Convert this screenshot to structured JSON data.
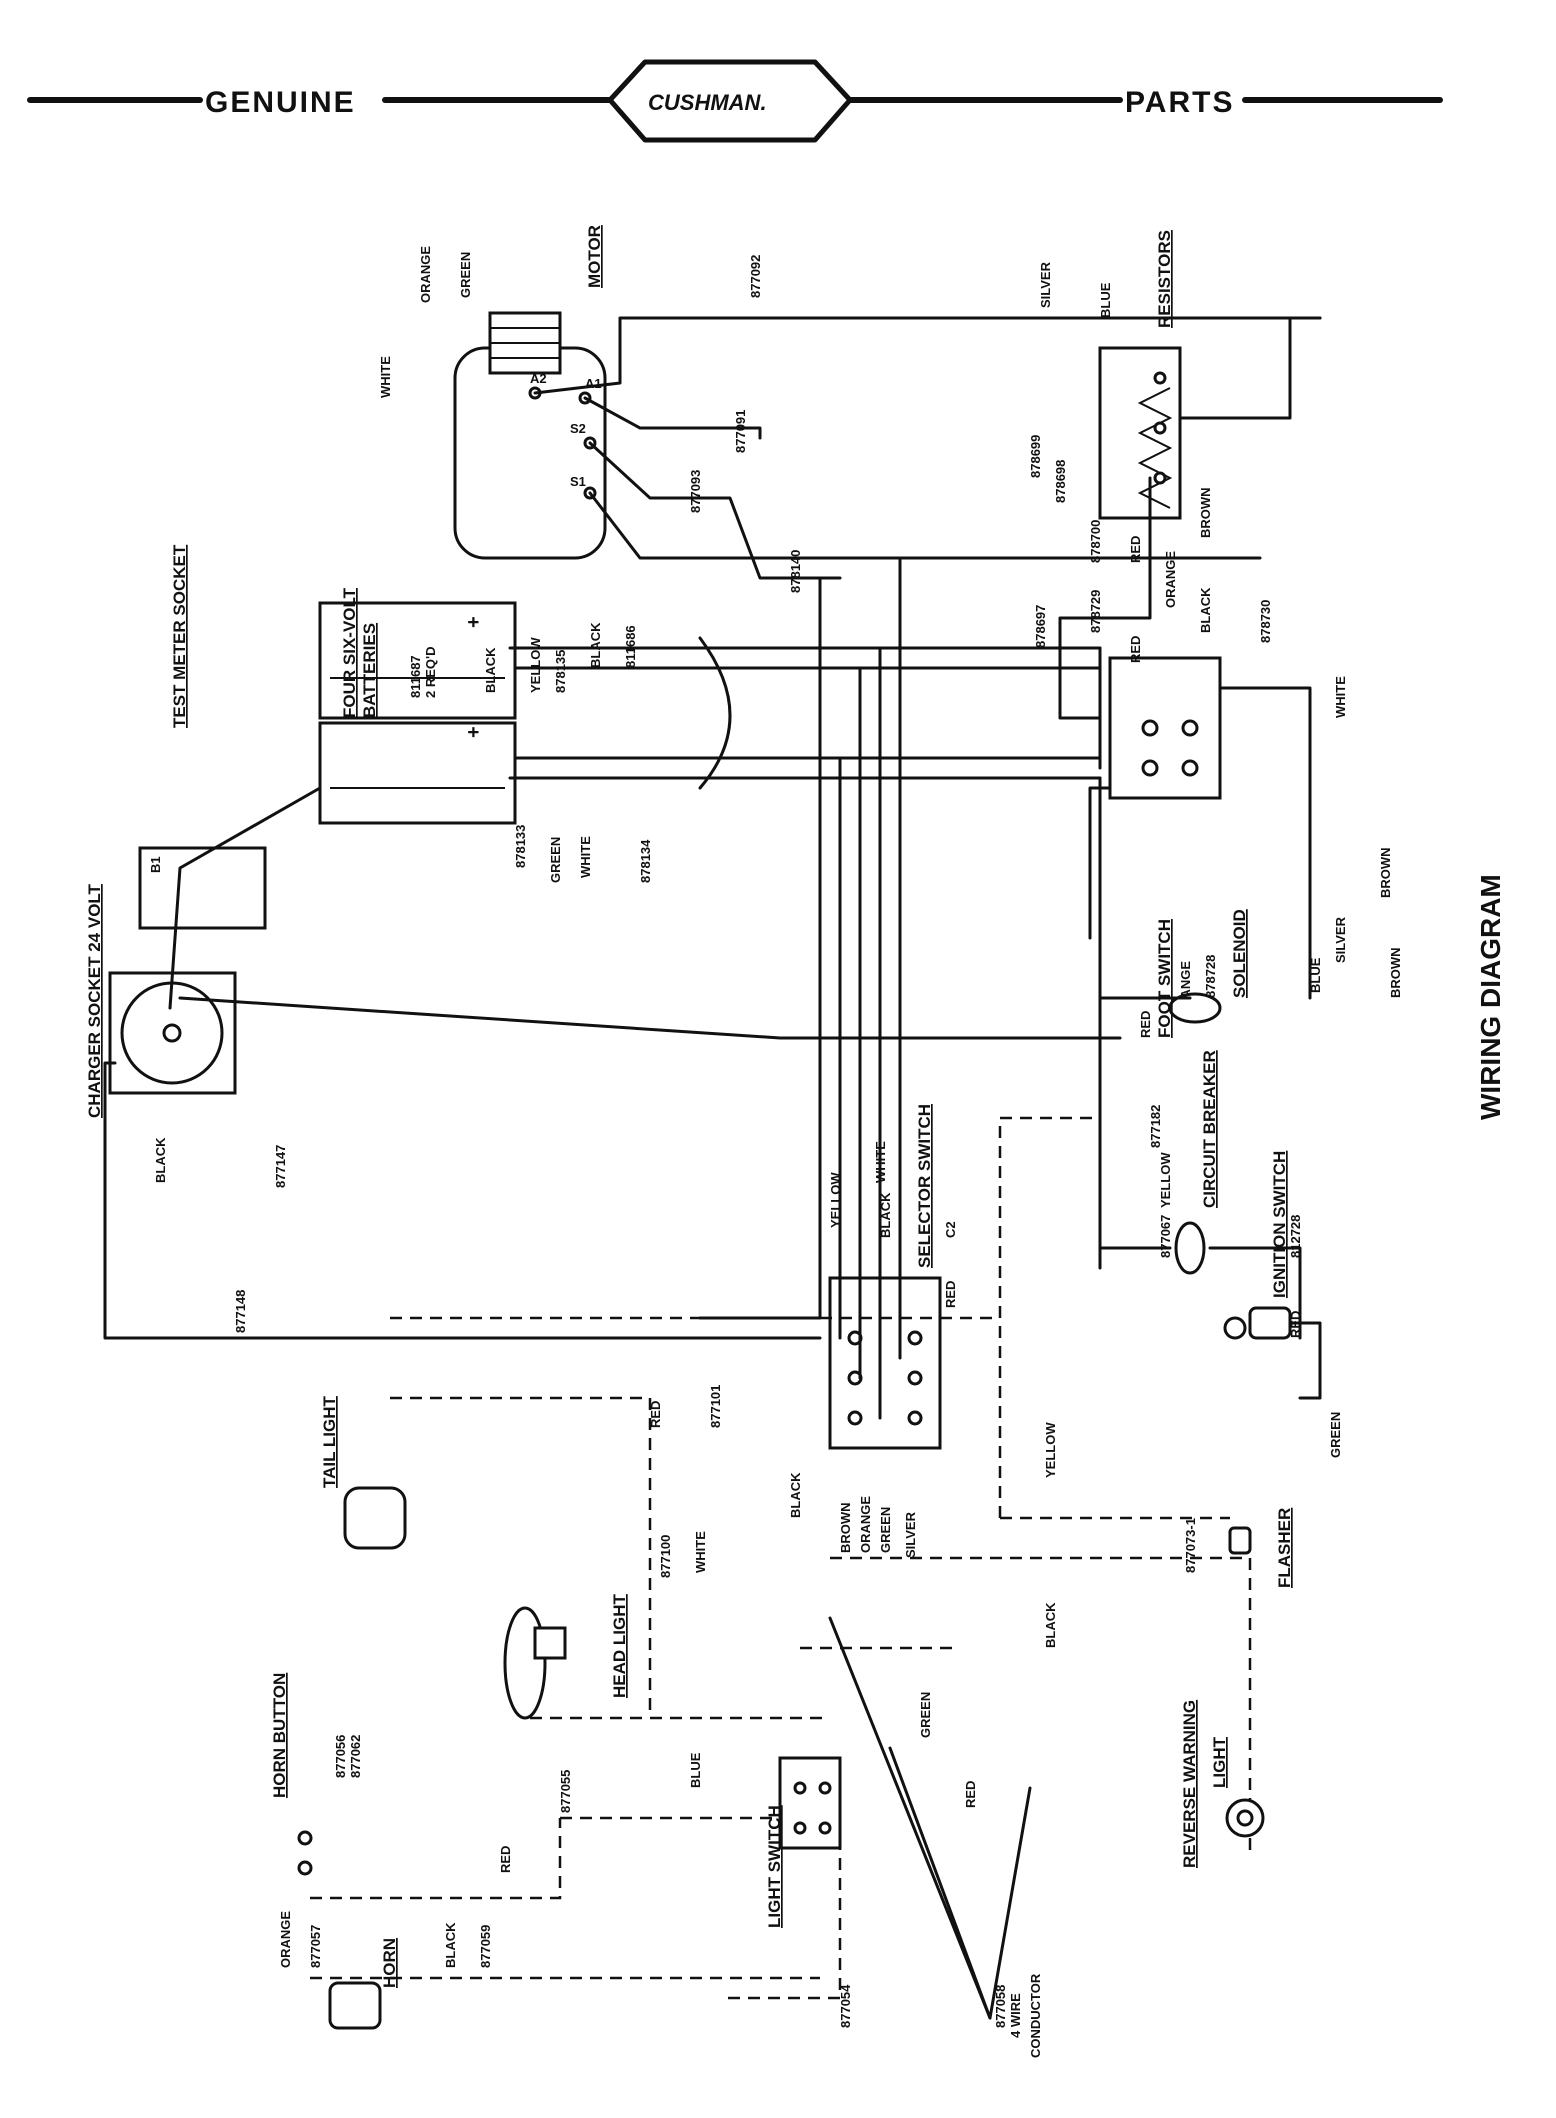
{
  "header": {
    "left": "GENUINE",
    "brand": "CUSHMAN.",
    "right": "PARTS"
  },
  "caption": "WIRING DIAGRAM",
  "titles": {
    "test_meter": "TEST METER SOCKET",
    "charger": "CHARGER SOCKET 24 VOLT",
    "batteries_1": "FOUR SIX-VOLT",
    "batteries_2": "BATTERIES",
    "motor": "MOTOR",
    "resistors": "RESISTORS",
    "foot_switch": "FOOT SWITCH",
    "solenoid": "SOLENOID",
    "circuit_breaker": "CIRCUIT BREAKER",
    "ignition_switch": "IGNITION SWITCH",
    "selector_switch": "SELECTOR SWITCH",
    "tail_light": "TAIL LIGHT",
    "head_light": "HEAD LIGHT",
    "horn_button": "HORN BUTTON",
    "horn": "HORN",
    "light_switch": "LIGHT SWITCH",
    "reverse_warning_1": "REVERSE WARNING",
    "reverse_warning_2": "LIGHT",
    "flasher": "FLASHER"
  },
  "colors": {
    "white": "WHITE",
    "orange": "ORANGE",
    "green": "GREEN",
    "black": "BLACK",
    "yellow": "YELLOW",
    "silver": "SILVER",
    "blue": "BLUE",
    "brown": "BROWN",
    "red": "RED"
  },
  "terminals": {
    "a1": "A1",
    "a2": "A2",
    "s1": "S1",
    "s2": "S2",
    "c2": "C2",
    "b1": "B1"
  },
  "parts": {
    "p877092": "877092",
    "p877091": "877091",
    "p877093": "877093",
    "p878140": "878140",
    "p811687": "811687",
    "p2reqd": "2 REQ'D",
    "p878135": "878135",
    "p811686": "811686",
    "p878133": "878133",
    "p878134": "878134",
    "p878699": "878699",
    "p878698": "878698",
    "p878700": "878700",
    "p878697": "878697",
    "p878729": "878729",
    "p878730": "878730",
    "p878728": "878728",
    "p877182": "877182",
    "p812728": "812728",
    "p877067": "877067",
    "p877147": "877147",
    "p877148": "877148",
    "p877101": "877101",
    "p877100": "877100",
    "p877056": "877056",
    "p877062": "877062",
    "p877055": "877055",
    "p877057": "877057",
    "p877059": "877059",
    "p877054": "877054",
    "p877058": "877058",
    "four_wire": "4 WIRE",
    "conductor": "CONDUCTOR",
    "p877073": "877073-1"
  }
}
